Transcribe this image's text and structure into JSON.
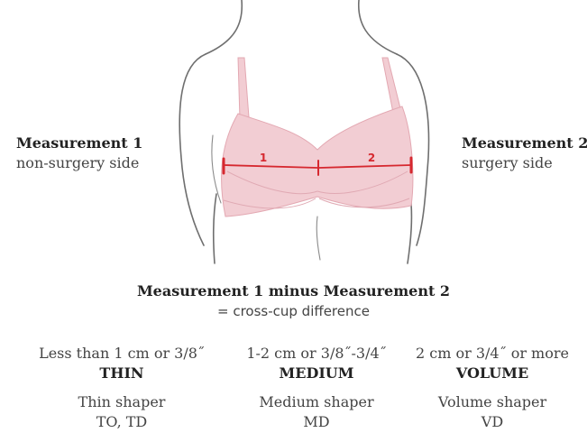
{
  "left_label": {
    "title": "Measurement  1",
    "subtitle": "non-surgery side"
  },
  "right_label": {
    "title": "Measurement  2",
    "subtitle": "surgery side"
  },
  "line_labels": {
    "left": "1",
    "right": "2"
  },
  "formula": {
    "main": "Measurement  1 minus Measurement  2",
    "result": "= cross-cup difference"
  },
  "columns": [
    {
      "range": "Less than 1 cm or 3/8˝",
      "level": "THIN",
      "product": "Thin shaper",
      "codes": "TO, TD"
    },
    {
      "range": "1-2 cm or 3/8˝-3/4˝",
      "level": "MEDIUM",
      "product": "Medium shaper",
      "codes": "MD"
    },
    {
      "range": "2 cm or 3/4˝ or more",
      "level": "VOLUME",
      "product": "Volume shaper",
      "codes": "VD"
    }
  ],
  "colors": {
    "bra_fill": "#f2cdd3",
    "bra_stroke": "#e3a8b2",
    "measure_line": "#d6282f",
    "body_outline": "#6f6f6f"
  }
}
